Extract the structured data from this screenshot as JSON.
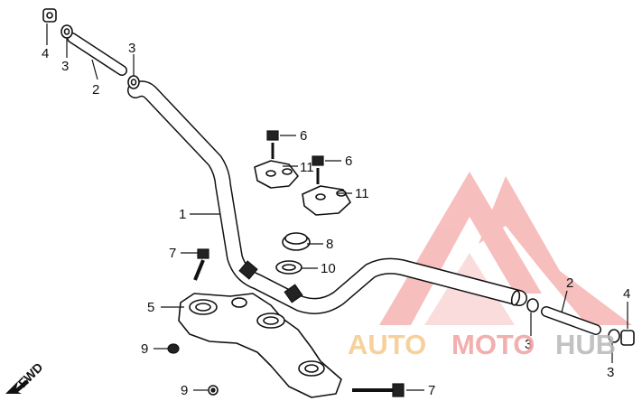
{
  "diagram": {
    "callouts": [
      {
        "id": "c4-top-left",
        "text": "4"
      },
      {
        "id": "c3-top-left",
        "text": "3"
      },
      {
        "id": "c2-left",
        "text": "2"
      },
      {
        "id": "c3-upper",
        "text": "3"
      },
      {
        "id": "c6-a",
        "text": "6"
      },
      {
        "id": "c11-a",
        "text": "11"
      },
      {
        "id": "c6-b",
        "text": "6"
      },
      {
        "id": "c11-b",
        "text": "11"
      },
      {
        "id": "c1",
        "text": "1"
      },
      {
        "id": "c7-upper",
        "text": "7"
      },
      {
        "id": "c8",
        "text": "8"
      },
      {
        "id": "c10",
        "text": "10"
      },
      {
        "id": "c5",
        "text": "5"
      },
      {
        "id": "c9-a",
        "text": "9"
      },
      {
        "id": "c9-b",
        "text": "9"
      },
      {
        "id": "c7-lower",
        "text": "7"
      },
      {
        "id": "c2-right",
        "text": "2"
      },
      {
        "id": "c3-right",
        "text": "3"
      },
      {
        "id": "c4-right",
        "text": "4"
      },
      {
        "id": "c3-lower-right",
        "text": "3"
      }
    ],
    "fwd_label": "FWD"
  },
  "watermark": {
    "text_parts": [
      "AUTO",
      "MOTO",
      "HUB"
    ],
    "colors": {
      "auto": "#f5c98a",
      "moto": "#f2a0a0",
      "hub": "#b8b8b8",
      "logo": "#f28a8a"
    }
  }
}
